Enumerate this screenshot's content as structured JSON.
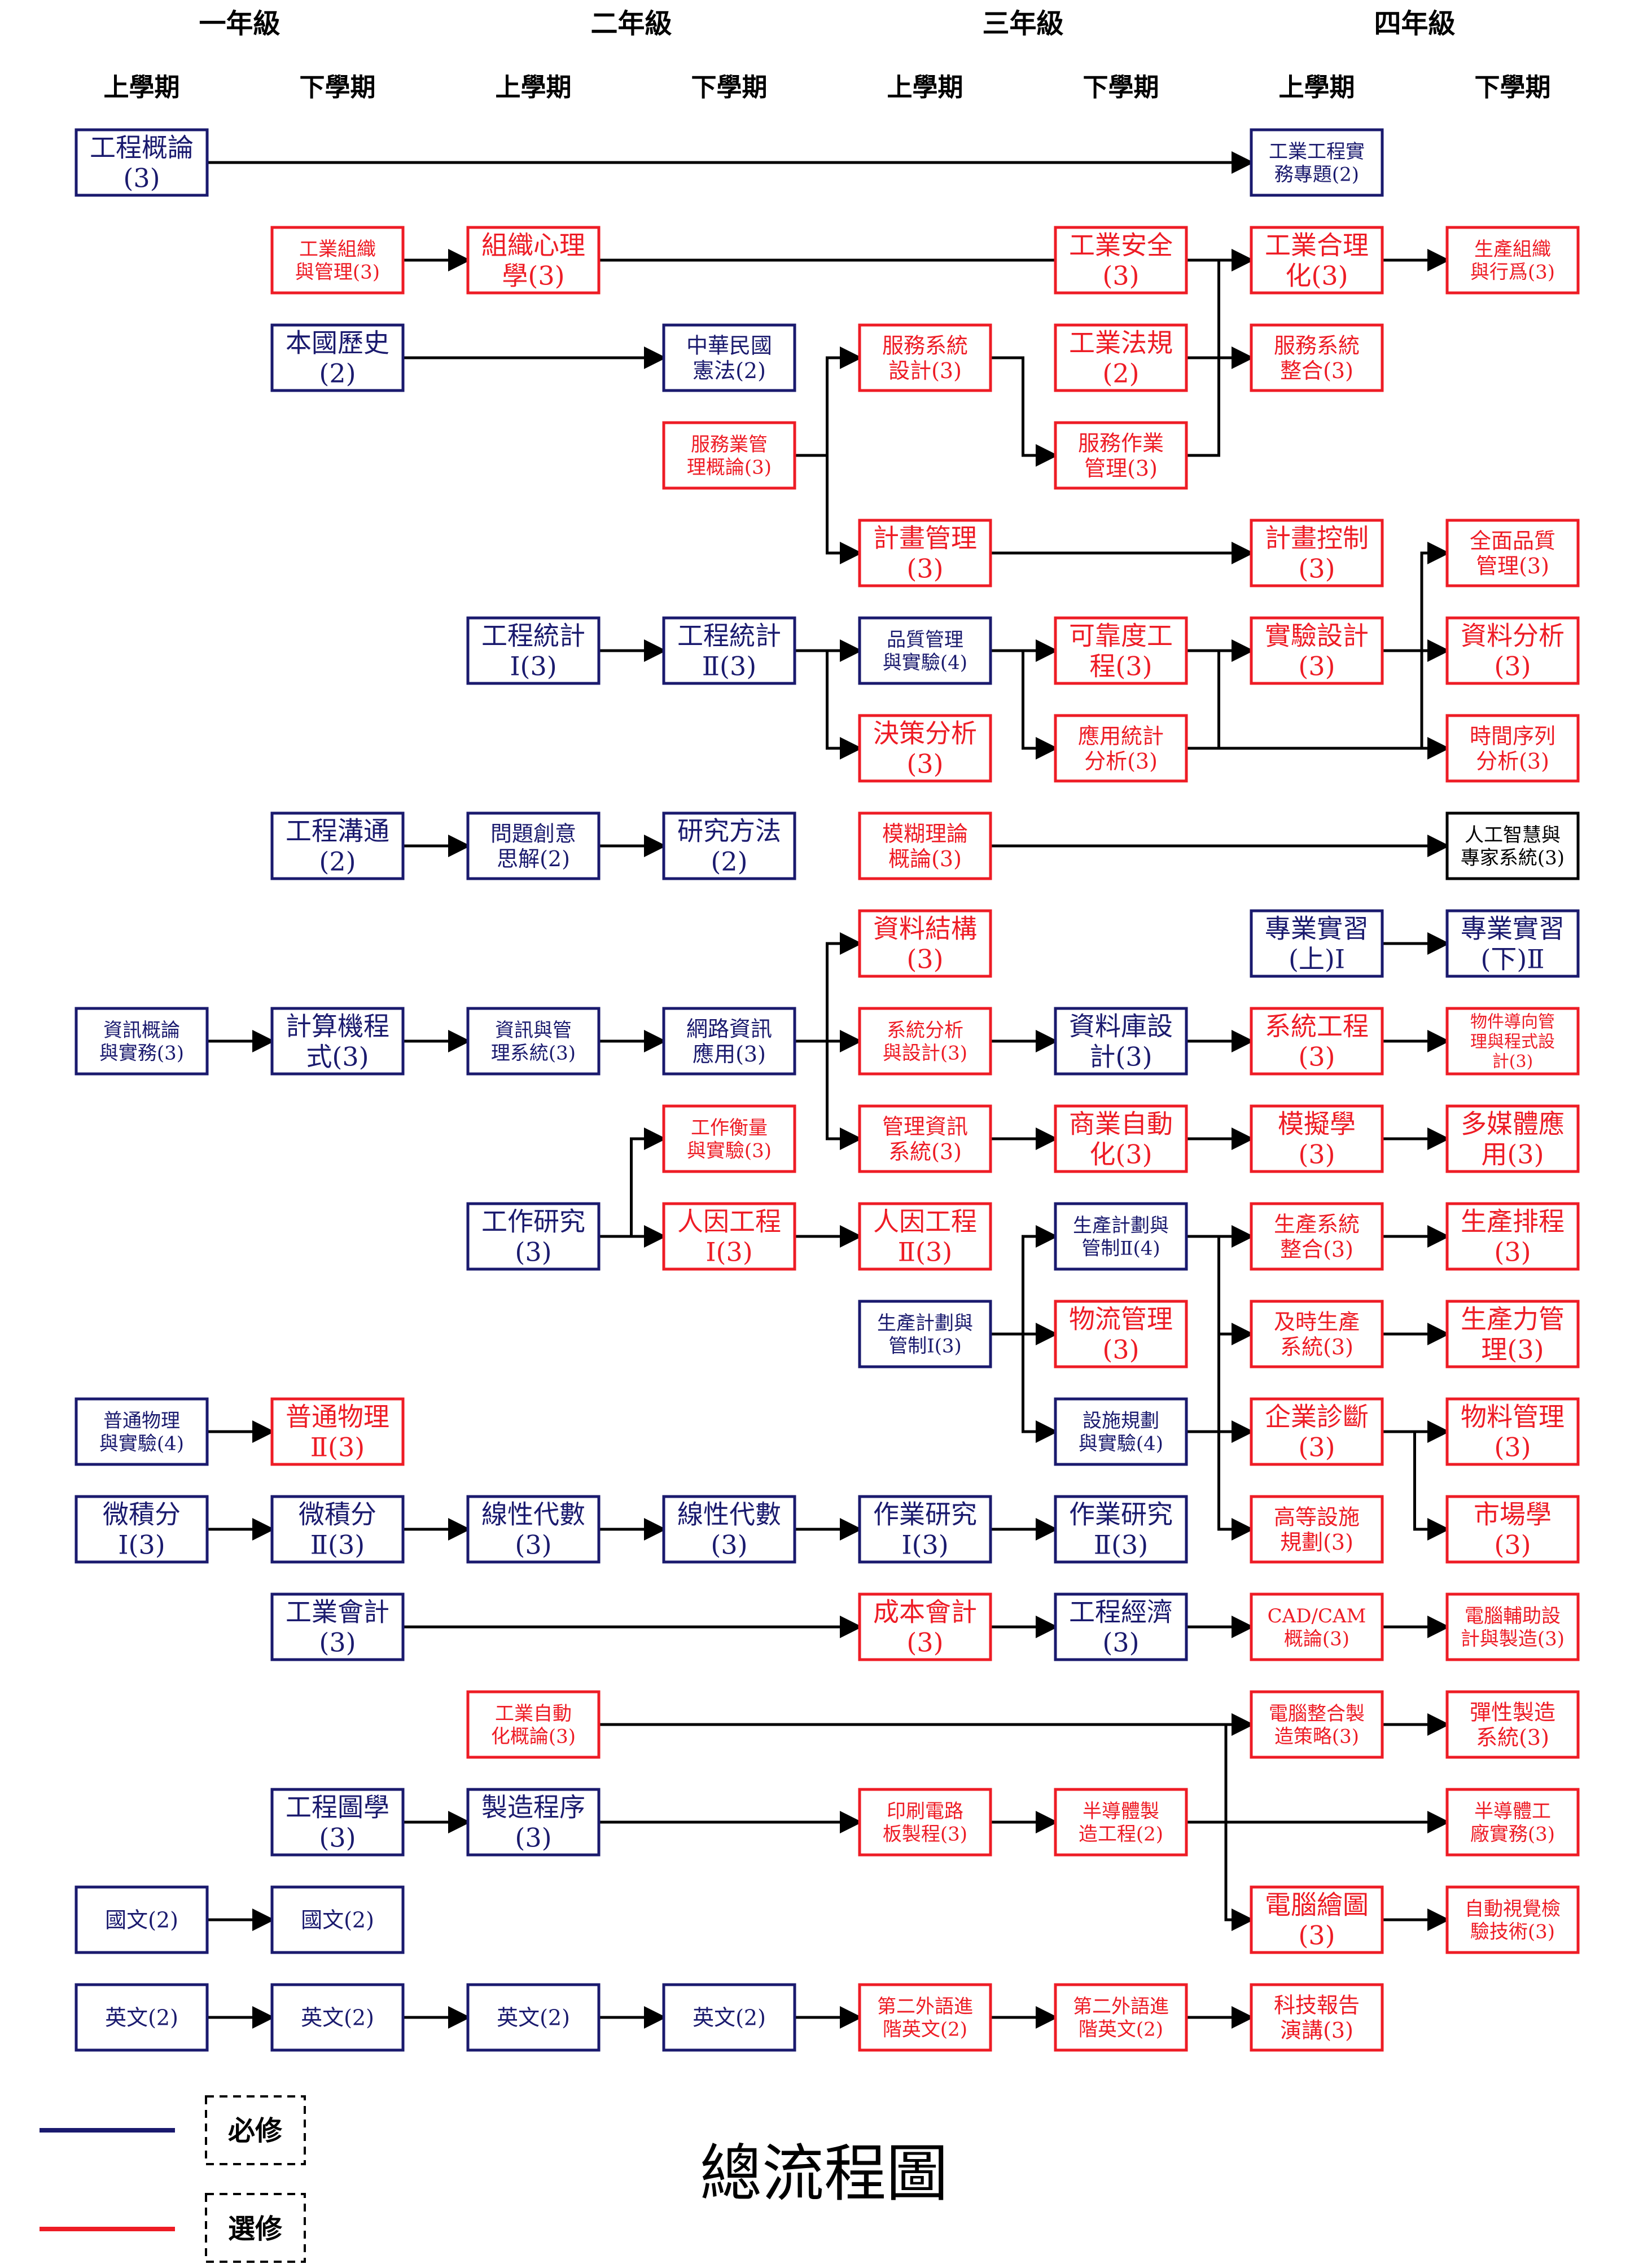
{
  "colors": {
    "required": "#1a1a6e",
    "elective": "#ee1c25",
    "ai": "#000000",
    "arrow": "#000000"
  },
  "years": [
    "一年級",
    "二年級",
    "三年級",
    "四年級"
  ],
  "semesters": [
    "上學期",
    "下學期",
    "上學期",
    "下學期",
    "上學期",
    "下學期",
    "上學期",
    "下學期"
  ],
  "nodes": [
    {
      "id": "n_engintro",
      "lines": [
        "工程概論",
        "(3)"
      ],
      "kind": "required",
      "col": 0,
      "row": 0
    },
    {
      "id": "n_project",
      "lines": [
        "工業工程實",
        "務專題(2)"
      ],
      "kind": "required",
      "col": 6,
      "row": 0
    },
    {
      "id": "n_indorg",
      "lines": [
        "工業組織",
        "與管理(3)"
      ],
      "kind": "elective",
      "col": 1,
      "row": 1
    },
    {
      "id": "n_orgpsy",
      "lines": [
        "組織心理",
        "學(3)"
      ],
      "kind": "elective",
      "col": 2,
      "row": 1
    },
    {
      "id": "n_safety",
      "lines": [
        "工業安全",
        "(3)"
      ],
      "kind": "elective",
      "col": 5,
      "row": 1
    },
    {
      "id": "n_rational",
      "lines": [
        "工業合理",
        "化(3)"
      ],
      "kind": "elective",
      "col": 6,
      "row": 1
    },
    {
      "id": "n_prodorg",
      "lines": [
        "生產組織",
        "與行爲(3)"
      ],
      "kind": "elective",
      "col": 7,
      "row": 1
    },
    {
      "id": "n_history",
      "lines": [
        "本國歷史",
        "(2)"
      ],
      "kind": "required",
      "col": 1,
      "row": 2
    },
    {
      "id": "n_constitution",
      "lines": [
        "中華民國",
        "憲法(2)"
      ],
      "kind": "required",
      "col": 3,
      "row": 2
    },
    {
      "id": "n_svcdesign",
      "lines": [
        "服務系統",
        "設計(3)"
      ],
      "kind": "elective",
      "col": 4,
      "row": 2
    },
    {
      "id": "n_law",
      "lines": [
        "工業法規",
        "(2)"
      ],
      "kind": "elective",
      "col": 5,
      "row": 2
    },
    {
      "id": "n_svcinteg",
      "lines": [
        "服務系統",
        "整合(3)"
      ],
      "kind": "elective",
      "col": 6,
      "row": 2
    },
    {
      "id": "n_svcmgmtintro",
      "lines": [
        "服務業管",
        "理概論(3)"
      ],
      "kind": "elective",
      "col": 3,
      "row": 3
    },
    {
      "id": "n_svcops",
      "lines": [
        "服務作業",
        "管理(3)"
      ],
      "kind": "elective",
      "col": 5,
      "row": 3
    },
    {
      "id": "n_planmgmt",
      "lines": [
        "計畫管理",
        "(3)"
      ],
      "kind": "elective",
      "col": 4,
      "row": 4
    },
    {
      "id": "n_plancontrol",
      "lines": [
        "計畫控制",
        "(3)"
      ],
      "kind": "elective",
      "col": 6,
      "row": 4
    },
    {
      "id": "n_tqm",
      "lines": [
        "全面品質",
        "管理(3)"
      ],
      "kind": "elective",
      "col": 7,
      "row": 4
    },
    {
      "id": "n_stat1",
      "lines": [
        "工程統計",
        "Ⅰ(3)"
      ],
      "kind": "required",
      "col": 2,
      "row": 5
    },
    {
      "id": "n_stat2",
      "lines": [
        "工程統計",
        "Ⅱ(3)"
      ],
      "kind": "required",
      "col": 3,
      "row": 5
    },
    {
      "id": "n_qc",
      "lines": [
        "品質管理",
        "與實驗(4)"
      ],
      "kind": "required",
      "col": 4,
      "row": 5
    },
    {
      "id": "n_reliab",
      "lines": [
        "可靠度工",
        "程(3)"
      ],
      "kind": "elective",
      "col": 5,
      "row": 5
    },
    {
      "id": "n_doe",
      "lines": [
        "實驗設計",
        "(3)"
      ],
      "kind": "elective",
      "col": 6,
      "row": 5
    },
    {
      "id": "n_dataanal",
      "lines": [
        "資料分析",
        "(3)"
      ],
      "kind": "elective",
      "col": 7,
      "row": 5
    },
    {
      "id": "n_decision",
      "lines": [
        "決策分析",
        "(3)"
      ],
      "kind": "elective",
      "col": 4,
      "row": 6
    },
    {
      "id": "n_appstat",
      "lines": [
        "應用統計",
        "分析(3)"
      ],
      "kind": "elective",
      "col": 5,
      "row": 6
    },
    {
      "id": "n_timeseries",
      "lines": [
        "時間序列",
        "分析(3)"
      ],
      "kind": "elective",
      "col": 7,
      "row": 6
    },
    {
      "id": "n_engcomm",
      "lines": [
        "工程溝通",
        "(2)"
      ],
      "kind": "required",
      "col": 1,
      "row": 7
    },
    {
      "id": "n_creative",
      "lines": [
        "問題創意",
        "思解(2)"
      ],
      "kind": "required",
      "col": 2,
      "row": 7
    },
    {
      "id": "n_research",
      "lines": [
        "研究方法",
        "(2)"
      ],
      "kind": "required",
      "col": 3,
      "row": 7
    },
    {
      "id": "n_fuzzy",
      "lines": [
        "模糊理論",
        "概論(3)"
      ],
      "kind": "elective",
      "col": 4,
      "row": 7
    },
    {
      "id": "n_ai",
      "lines": [
        "人工智慧與",
        "專家系統(3)"
      ],
      "kind": "ai",
      "col": 7,
      "row": 7
    },
    {
      "id": "n_datastruct",
      "lines": [
        "資料結構",
        "(3)"
      ],
      "kind": "elective",
      "col": 4,
      "row": 8
    },
    {
      "id": "n_intern1",
      "lines": [
        "專業實習",
        "(上)Ⅰ"
      ],
      "kind": "required",
      "col": 6,
      "row": 8
    },
    {
      "id": "n_intern2",
      "lines": [
        "專業實習",
        "(下)Ⅱ"
      ],
      "kind": "required",
      "col": 7,
      "row": 8
    },
    {
      "id": "n_infointro",
      "lines": [
        "資訊概論",
        "與實務(3)"
      ],
      "kind": "required",
      "col": 0,
      "row": 9
    },
    {
      "id": "n_programming",
      "lines": [
        "計算機程",
        "式(3)"
      ],
      "kind": "required",
      "col": 1,
      "row": 9
    },
    {
      "id": "n_mis",
      "lines": [
        "資訊與管",
        "理系統(3)"
      ],
      "kind": "required",
      "col": 2,
      "row": 9
    },
    {
      "id": "n_netapp",
      "lines": [
        "網路資訊",
        "應用(3)"
      ],
      "kind": "required",
      "col": 3,
      "row": 9
    },
    {
      "id": "n_sad",
      "lines": [
        "系統分析",
        "與設計(3)"
      ],
      "kind": "elective",
      "col": 4,
      "row": 9
    },
    {
      "id": "n_dbdesign",
      "lines": [
        "資料庫設",
        "計(3)"
      ],
      "kind": "required",
      "col": 5,
      "row": 9
    },
    {
      "id": "n_syseng",
      "lines": [
        "系統工程",
        "(3)"
      ],
      "kind": "elective",
      "col": 6,
      "row": 9
    },
    {
      "id": "n_oop",
      "lines": [
        "物件導向管",
        "理與程式設",
        "計(3)"
      ],
      "kind": "elective",
      "col": 7,
      "row": 9
    },
    {
      "id": "n_workmeas",
      "lines": [
        "工作衡量",
        "與實驗(3)"
      ],
      "kind": "elective",
      "col": 3,
      "row": 10
    },
    {
      "id": "n_mgmtinfo",
      "lines": [
        "管理資訊",
        "系統(3)"
      ],
      "kind": "elective",
      "col": 4,
      "row": 10
    },
    {
      "id": "n_bizauto",
      "lines": [
        "商業自動",
        "化(3)"
      ],
      "kind": "elective",
      "col": 5,
      "row": 10
    },
    {
      "id": "n_simulation",
      "lines": [
        "模擬學",
        "(3)"
      ],
      "kind": "elective",
      "col": 6,
      "row": 10
    },
    {
      "id": "n_multimedia",
      "lines": [
        "多媒體應",
        "用(3)"
      ],
      "kind": "elective",
      "col": 7,
      "row": 10
    },
    {
      "id": "n_workstudy",
      "lines": [
        "工作研究",
        "(3)"
      ],
      "kind": "required",
      "col": 2,
      "row": 11
    },
    {
      "id": "n_hf1",
      "lines": [
        "人因工程",
        "Ⅰ(3)"
      ],
      "kind": "elective",
      "col": 3,
      "row": 11
    },
    {
      "id": "n_hf2",
      "lines": [
        "人因工程",
        "Ⅱ(3)"
      ],
      "kind": "elective",
      "col": 4,
      "row": 11
    },
    {
      "id": "n_ppc2",
      "lines": [
        "生產計劃與",
        "管制Ⅱ(4)"
      ],
      "kind": "required",
      "col": 5,
      "row": 11
    },
    {
      "id": "n_prodinteg",
      "lines": [
        "生產系統",
        "整合(3)"
      ],
      "kind": "elective",
      "col": 6,
      "row": 11
    },
    {
      "id": "n_scheduling",
      "lines": [
        "生產排程",
        "(3)"
      ],
      "kind": "elective",
      "col": 7,
      "row": 11
    },
    {
      "id": "n_ppc1",
      "lines": [
        "生產計劃與",
        "管制Ⅰ(3)"
      ],
      "kind": "required",
      "col": 4,
      "row": 12
    },
    {
      "id": "n_logistics",
      "lines": [
        "物流管理",
        "(3)"
      ],
      "kind": "elective",
      "col": 5,
      "row": 12
    },
    {
      "id": "n_jit",
      "lines": [
        "及時生產",
        "系統(3)"
      ],
      "kind": "elective",
      "col": 6,
      "row": 12
    },
    {
      "id": "n_productivity",
      "lines": [
        "生產力管",
        "理(3)"
      ],
      "kind": "elective",
      "col": 7,
      "row": 12
    },
    {
      "id": "n_phys1",
      "lines": [
        "普通物理",
        "與實驗(4)"
      ],
      "kind": "required",
      "col": 0,
      "row": 13
    },
    {
      "id": "n_phys2",
      "lines": [
        "普通物理",
        "Ⅱ(3)"
      ],
      "kind": "elective",
      "col": 1,
      "row": 13
    },
    {
      "id": "n_facility",
      "lines": [
        "設施規劃",
        "與實驗(4)"
      ],
      "kind": "required",
      "col": 5,
      "row": 13
    },
    {
      "id": "n_diagnosis",
      "lines": [
        "企業診斷",
        "(3)"
      ],
      "kind": "elective",
      "col": 6,
      "row": 13
    },
    {
      "id": "n_material",
      "lines": [
        "物料管理",
        "(3)"
      ],
      "kind": "elective",
      "col": 7,
      "row": 13
    },
    {
      "id": "n_calc1",
      "lines": [
        "微積分",
        "Ⅰ(3)"
      ],
      "kind": "required",
      "col": 0,
      "row": 14
    },
    {
      "id": "n_calc2",
      "lines": [
        "微積分",
        "Ⅱ(3)"
      ],
      "kind": "required",
      "col": 1,
      "row": 14
    },
    {
      "id": "n_linalg1",
      "lines": [
        "線性代數",
        "(3)"
      ],
      "kind": "required",
      "col": 2,
      "row": 14
    },
    {
      "id": "n_linalg2",
      "lines": [
        "線性代數",
        "(3)"
      ],
      "kind": "required",
      "col": 3,
      "row": 14
    },
    {
      "id": "n_or1",
      "lines": [
        "作業研究",
        "Ⅰ(3)"
      ],
      "kind": "required",
      "col": 4,
      "row": 14
    },
    {
      "id": "n_or2",
      "lines": [
        "作業研究",
        "Ⅱ(3)"
      ],
      "kind": "required",
      "col": 5,
      "row": 14
    },
    {
      "id": "n_advfacility",
      "lines": [
        "高等設施",
        "規劃(3)"
      ],
      "kind": "elective",
      "col": 6,
      "row": 14
    },
    {
      "id": "n_marketing",
      "lines": [
        "市場學",
        "(3)"
      ],
      "kind": "elective",
      "col": 7,
      "row": 14
    },
    {
      "id": "n_acct",
      "lines": [
        "工業會計",
        "(3)"
      ],
      "kind": "required",
      "col": 1,
      "row": 15
    },
    {
      "id": "n_costacct",
      "lines": [
        "成本會計",
        "(3)"
      ],
      "kind": "elective",
      "col": 4,
      "row": 15
    },
    {
      "id": "n_engecon",
      "lines": [
        "工程經濟",
        "(3)"
      ],
      "kind": "required",
      "col": 5,
      "row": 15
    },
    {
      "id": "n_cadcam",
      "lines": [
        "CAD/CAM",
        "概論(3)"
      ],
      "kind": "elective",
      "col": 6,
      "row": 15
    },
    {
      "id": "n_cadm",
      "lines": [
        "電腦輔助設",
        "計與製造(3)"
      ],
      "kind": "elective",
      "col": 7,
      "row": 15
    },
    {
      "id": "n_indauto",
      "lines": [
        "工業自動",
        "化概論(3)"
      ],
      "kind": "elective",
      "col": 2,
      "row": 16
    },
    {
      "id": "n_cim",
      "lines": [
        "電腦整合製",
        "造策略(3)"
      ],
      "kind": "elective",
      "col": 6,
      "row": 16
    },
    {
      "id": "n_fms",
      "lines": [
        "彈性製造",
        "系統(3)"
      ],
      "kind": "elective",
      "col": 7,
      "row": 16
    },
    {
      "id": "n_drawing",
      "lines": [
        "工程圖學",
        "(3)"
      ],
      "kind": "required",
      "col": 1,
      "row": 17
    },
    {
      "id": "n_manuf",
      "lines": [
        "製造程序",
        "(3)"
      ],
      "kind": "required",
      "col": 2,
      "row": 17
    },
    {
      "id": "n_pcb",
      "lines": [
        "印刷電路",
        "板製程(3)"
      ],
      "kind": "elective",
      "col": 4,
      "row": 17
    },
    {
      "id": "n_semi",
      "lines": [
        "半導體製",
        "造工程(2)"
      ],
      "kind": "elective",
      "col": 5,
      "row": 17
    },
    {
      "id": "n_semifab",
      "lines": [
        "半導體工",
        "廠實務(3)"
      ],
      "kind": "elective",
      "col": 7,
      "row": 17
    },
    {
      "id": "n_chinese1",
      "lines": [
        "國文(2)"
      ],
      "kind": "required",
      "col": 0,
      "row": 18
    },
    {
      "id": "n_chinese2",
      "lines": [
        "國文(2)"
      ],
      "kind": "required",
      "col": 1,
      "row": 18
    },
    {
      "id": "n_compgraph",
      "lines": [
        "電腦繪圖",
        "(3)"
      ],
      "kind": "elective",
      "col": 6,
      "row": 18
    },
    {
      "id": "n_vision",
      "lines": [
        "自動視覺檢",
        "驗技術(3)"
      ],
      "kind": "elective",
      "col": 7,
      "row": 18
    },
    {
      "id": "n_eng1",
      "lines": [
        "英文(2)"
      ],
      "kind": "required",
      "col": 0,
      "row": 19
    },
    {
      "id": "n_eng2",
      "lines": [
        "英文(2)"
      ],
      "kind": "required",
      "col": 1,
      "row": 19
    },
    {
      "id": "n_eng3",
      "lines": [
        "英文(2)"
      ],
      "kind": "required",
      "col": 2,
      "row": 19
    },
    {
      "id": "n_eng4",
      "lines": [
        "英文(2)"
      ],
      "kind": "required",
      "col": 3,
      "row": 19
    },
    {
      "id": "n_lang2a",
      "lines": [
        "第二外語進",
        "階英文(2)"
      ],
      "kind": "elective",
      "col": 4,
      "row": 19
    },
    {
      "id": "n_lang2b",
      "lines": [
        "第二外語進",
        "階英文(2)"
      ],
      "kind": "elective",
      "col": 5,
      "row": 19
    },
    {
      "id": "n_techreport",
      "lines": [
        "科技報告",
        "演講(3)"
      ],
      "kind": "elective",
      "col": 6,
      "row": 19
    }
  ],
  "edges": [
    [
      "n_engintro",
      "n_project"
    ],
    [
      "n_indorg",
      "n_orgpsy"
    ],
    [
      "n_orgpsy",
      "n_prodorg"
    ],
    [
      "n_safety",
      "n_rational"
    ],
    [
      "n_law",
      "n_rational"
    ],
    [
      "n_history",
      "n_constitution"
    ],
    [
      "n_svcmgmtintro",
      "n_svcdesign"
    ],
    [
      "n_svcmgmtintro",
      "n_planmgmt"
    ],
    [
      "n_svcdesign",
      "n_svcops"
    ],
    [
      "n_svcops",
      "n_svcinteg"
    ],
    [
      "n_planmgmt",
      "n_plancontrol"
    ],
    [
      "n_stat1",
      "n_stat2"
    ],
    [
      "n_stat2",
      "n_qc"
    ],
    [
      "n_stat2",
      "n_decision"
    ],
    [
      "n_qc",
      "n_reliab"
    ],
    [
      "n_qc",
      "n_appstat"
    ],
    [
      "n_qc",
      "n_tqm"
    ],
    [
      "n_appstat",
      "n_doe"
    ],
    [
      "n_appstat",
      "n_dataanal"
    ],
    [
      "n_appstat",
      "n_timeseries"
    ],
    [
      "n_engcomm",
      "n_creative"
    ],
    [
      "n_creative",
      "n_research"
    ],
    [
      "n_fuzzy",
      "n_ai"
    ],
    [
      "n_intern1",
      "n_intern2"
    ],
    [
      "n_infointro",
      "n_programming"
    ],
    [
      "n_programming",
      "n_mis"
    ],
    [
      "n_mis",
      "n_netapp"
    ],
    [
      "n_netapp",
      "n_datastruct"
    ],
    [
      "n_netapp",
      "n_sad"
    ],
    [
      "n_netapp",
      "n_mgmtinfo"
    ],
    [
      "n_sad",
      "n_dbdesign"
    ],
    [
      "n_dbdesign",
      "n_oop"
    ],
    [
      "n_dbdesign",
      "n_syseng"
    ],
    [
      "n_mgmtinfo",
      "n_bizauto"
    ],
    [
      "n_bizauto",
      "n_multimedia"
    ],
    [
      "n_bizauto",
      "n_simulation"
    ],
    [
      "n_workstudy",
      "n_workmeas"
    ],
    [
      "n_workstudy",
      "n_hf1"
    ],
    [
      "n_hf1",
      "n_hf2"
    ],
    [
      "n_ppc1",
      "n_ppc2"
    ],
    [
      "n_ppc1",
      "n_logistics"
    ],
    [
      "n_ppc1",
      "n_facility"
    ],
    [
      "n_ppc2",
      "n_prodinteg"
    ],
    [
      "n_ppc2",
      "n_jit"
    ],
    [
      "n_ppc2",
      "n_diagnosis"
    ],
    [
      "n_ppc2",
      "n_scheduling"
    ],
    [
      "n_jit",
      "n_productivity"
    ],
    [
      "n_facility",
      "n_advfacility"
    ],
    [
      "n_diagnosis",
      "n_material"
    ],
    [
      "n_diagnosis",
      "n_marketing"
    ],
    [
      "n_phys1",
      "n_phys2"
    ],
    [
      "n_calc1",
      "n_calc2"
    ],
    [
      "n_calc2",
      "n_linalg1"
    ],
    [
      "n_linalg1",
      "n_linalg2"
    ],
    [
      "n_linalg2",
      "n_or1"
    ],
    [
      "n_or1",
      "n_or2"
    ],
    [
      "n_acct",
      "n_costacct"
    ],
    [
      "n_costacct",
      "n_engecon"
    ],
    [
      "n_engecon",
      "n_cadcam"
    ],
    [
      "n_cadcam",
      "n_cadm"
    ],
    [
      "n_indauto",
      "n_cim"
    ],
    [
      "n_cim",
      "n_fms"
    ],
    [
      "n_drawing",
      "n_manuf"
    ],
    [
      "n_manuf",
      "n_pcb"
    ],
    [
      "n_pcb",
      "n_semi"
    ],
    [
      "n_semi",
      "n_semifab"
    ],
    [
      "n_drawing",
      "n_compgraph"
    ],
    [
      "n_compgraph",
      "n_vision"
    ],
    [
      "n_drawing",
      "n_cim"
    ],
    [
      "n_chinese1",
      "n_chinese2"
    ],
    [
      "n_eng1",
      "n_eng2"
    ],
    [
      "n_eng2",
      "n_eng3"
    ],
    [
      "n_eng3",
      "n_eng4"
    ],
    [
      "n_eng4",
      "n_lang2a"
    ],
    [
      "n_lang2a",
      "n_lang2b"
    ],
    [
      "n_lang2b",
      "n_techreport"
    ]
  ],
  "legend": {
    "required_label": "必修",
    "elective_label": "選修"
  },
  "title": "總流程圖"
}
